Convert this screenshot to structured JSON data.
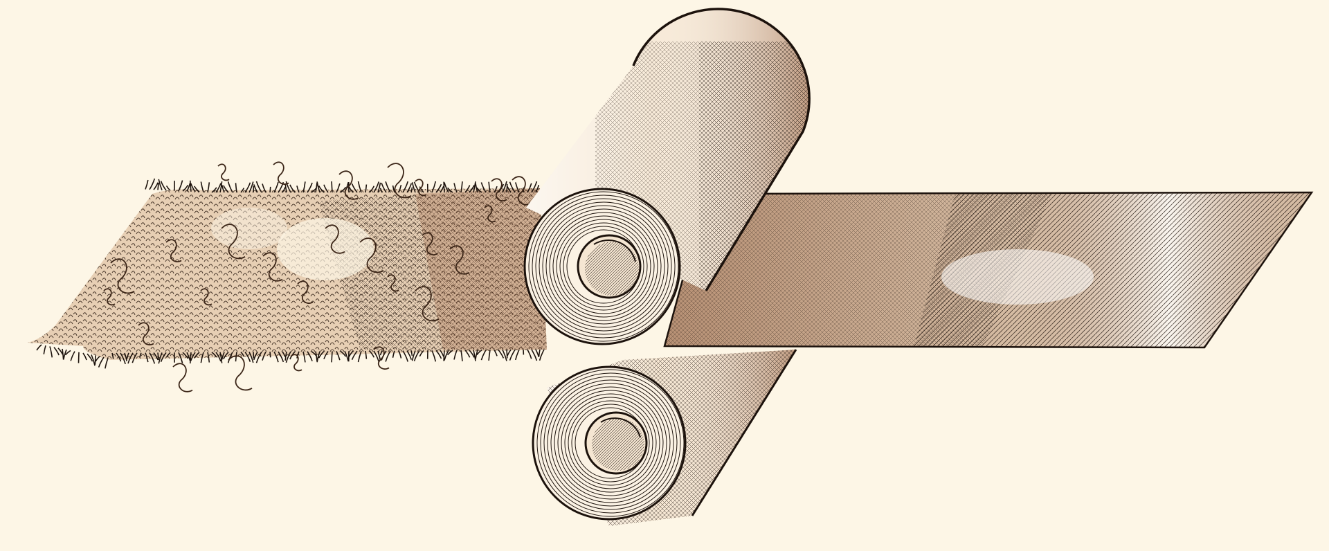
{
  "colors": {
    "paper": "#fdf6e6",
    "ink": "#1c120c",
    "sepia": "#8a4f2e",
    "sepia_light": "#c79a78"
  },
  "elements": [
    "fiber-sheet",
    "top-roller",
    "bottom-roller",
    "flattened-sheet"
  ]
}
